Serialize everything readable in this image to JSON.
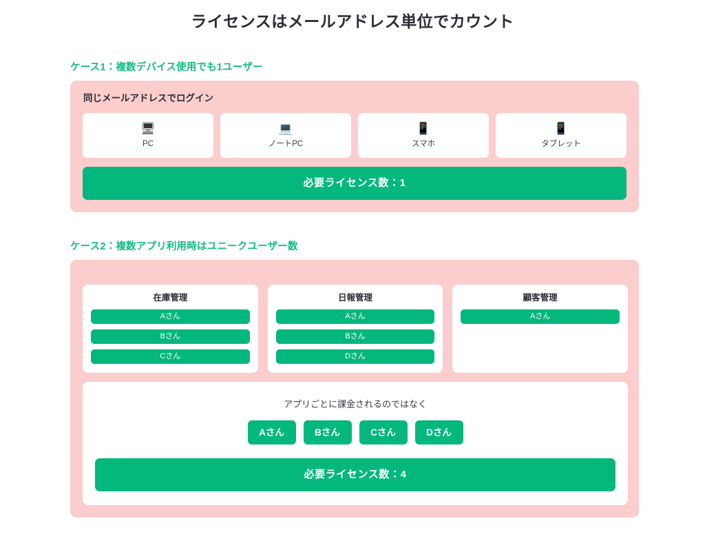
{
  "title": "ライセンスはメールアドレス単位でカウント",
  "colors": {
    "brand_green": "#03b77d",
    "heading_green": "#12bb84",
    "panel_pink": "#fbcdcc",
    "text_dark": "#2b2b35",
    "card_white": "#ffffff"
  },
  "case1": {
    "heading": "ケース1：複数デバイス使用でも1ユーザー",
    "panel_label": "同じメールアドレスでログイン",
    "devices": [
      {
        "icon": "desktop-computer-icon",
        "glyph": "🖥",
        "label": "PC"
      },
      {
        "icon": "laptop-icon",
        "glyph": "💻",
        "label": "ノートPC"
      },
      {
        "icon": "mobile-phone-icon",
        "glyph": "📱",
        "label": "スマホ"
      },
      {
        "icon": "tablet-icon",
        "glyph": "📱",
        "label": "タブレット"
      }
    ],
    "license_bar": "必要ライセンス数：1"
  },
  "case2": {
    "heading": "ケース2：複数アプリ利用時はユニークユーザー数",
    "apps": [
      {
        "title": "在庫管理",
        "users": [
          "Aさん",
          "Bさん",
          "Cさん"
        ]
      },
      {
        "title": "日報管理",
        "users": [
          "Aさん",
          "Bさん",
          "Dさん"
        ]
      },
      {
        "title": "顧客管理",
        "users": [
          "Aさん"
        ]
      }
    ],
    "summary_note": "アプリごとに課金されるのではなく",
    "unique_users": [
      "Aさん",
      "Bさん",
      "Cさん",
      "Dさん"
    ],
    "license_bar": "必要ライセンス数：4"
  }
}
